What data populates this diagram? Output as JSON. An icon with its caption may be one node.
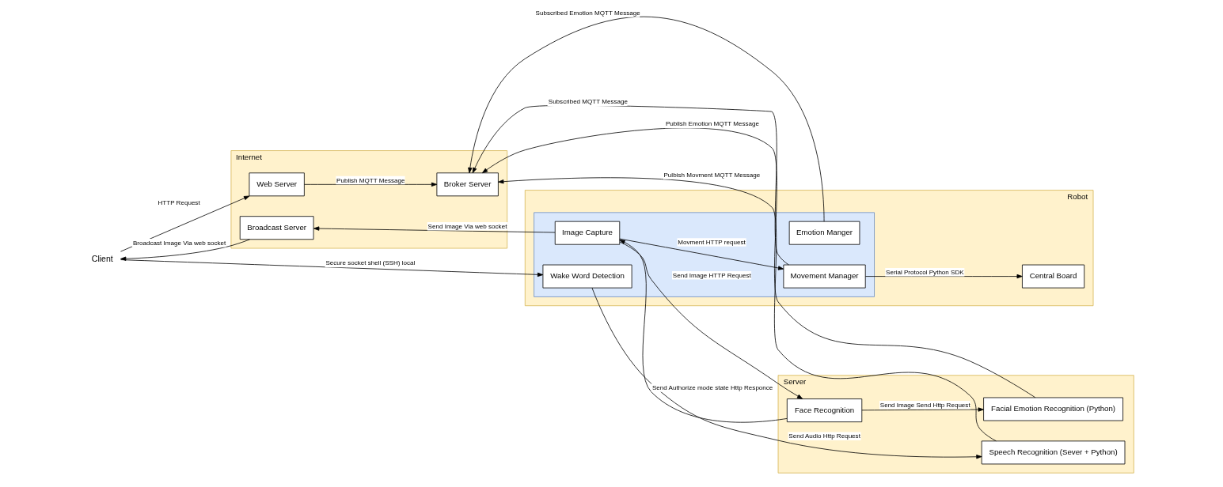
{
  "diagram": {
    "nodes": [
      {
        "text": [
          "Client"
        ]
      },
      {
        "text": [
          "Internet"
        ]
      },
      {
        "text": [
          "Broker Server"
        ],
        "in": 1
      },
      {
        "text": [
          "Web Server"
        ],
        "in": 1
      },
      {
        "text": [
          "Broadcast Server"
        ],
        "in": 1
      },
      {
        "text": [
          "Robot"
        ]
      },
      {
        "text": [],
        "shape": "box",
        "in": 5
      },
      {
        "text": [
          "Wake Word Detection"
        ],
        "in": 6
      },
      {
        "text": [
          "Emotion Manger"
        ],
        "in": 6
      },
      {
        "text": [
          "Image Capture"
        ],
        "in": 6
      },
      {
        "text": [
          "Movement Manager"
        ],
        "in": 6
      },
      {
        "text": [
          "Central Board"
        ],
        "in": 5
      },
      {
        "text": [
          "Server"
        ]
      },
      {
        "text": [
          "Face Recognition"
        ],
        "in": 12
      },
      {
        "text": [
          "Facial Emotion Recognition (Python)"
        ],
        "in": 12
      },
      {
        "text": [
          "Speech Recognition (Sever + Python)"
        ],
        "in": 12
      }
    ],
    "edges": [
      {
        "from": 0,
        "to": 7,
        "arrow": "to",
        "label": "Secure socket shell (SSH) local"
      },
      {
        "from": 8,
        "to": 2,
        "arrow": "to",
        "label": "Subscribed Emotion MQTT Message"
      },
      {
        "from": 15,
        "to": 2,
        "arrow": "to",
        "label": "Pulbish Movment MQTT Message"
      },
      {
        "from": 7,
        "to": 15,
        "arrow": "to",
        "label": "Send Audio Http Request"
      },
      {
        "from": 0,
        "to": 3,
        "arrow": "to",
        "label": "HTTP Request"
      },
      {
        "from": 3,
        "to": 2,
        "arrow": "to",
        "label": "Publish MQTT Message"
      },
      {
        "from": 10,
        "to": 2,
        "arrow": "to",
        "label": "Subscribed MQTT Message"
      },
      {
        "from": 9,
        "to": 4,
        "arrow": "to",
        "label": "Send Image Via web socket"
      },
      {
        "from": 4,
        "to": 0,
        "arrow": "to",
        "label": "Broadcast Image Via web socket"
      },
      {
        "from": 9,
        "to": 10,
        "arrow": "to",
        "label": "Movment HTTP request"
      },
      {
        "from": 10,
        "to": 11,
        "arrow": "to",
        "label": "Serial Protocol Python SDK"
      },
      {
        "from": 9,
        "to": 13,
        "arrow": "to",
        "label": "Send Image HTTP Request"
      },
      {
        "from": 13,
        "to": 9,
        "arrow": "to",
        "label": "Send Authorize mode state Http Responce"
      },
      {
        "from": 13,
        "to": 14,
        "arrow": "to",
        "label": "Send Image Send Http Request"
      },
      {
        "from": 14,
        "to": 2,
        "arrow": "to",
        "label": "Publish Emotion MQTT Message"
      }
    ]
  }
}
